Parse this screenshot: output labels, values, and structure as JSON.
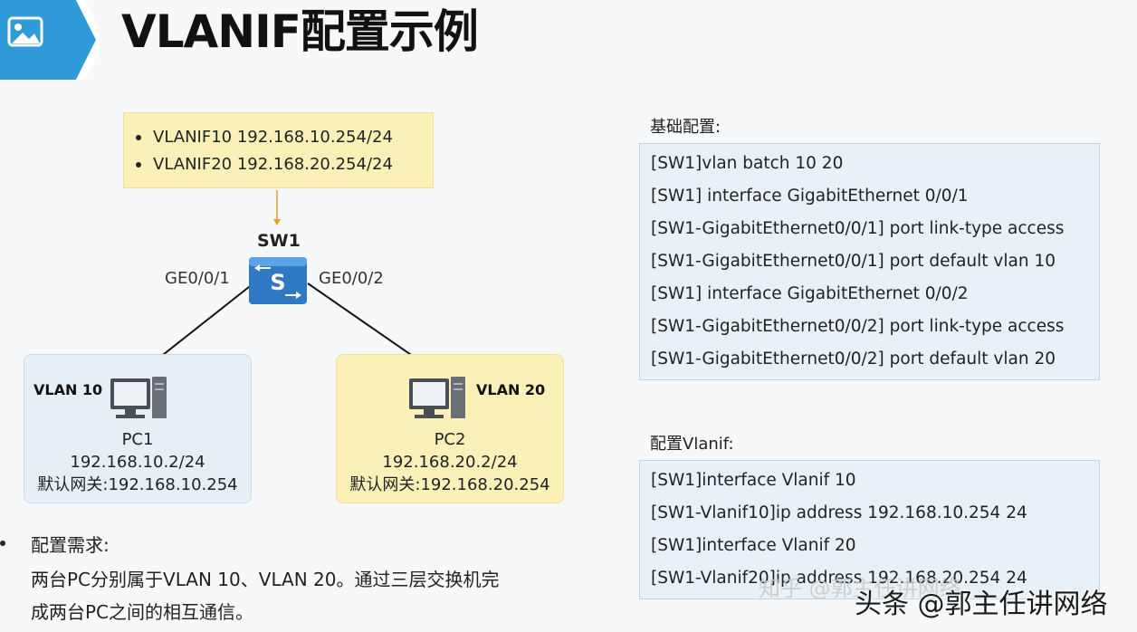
{
  "header": {
    "title": "VLANIF配置示例",
    "logo_icon": "image-icon",
    "accent_color": "#2f9ad8"
  },
  "vlanif_list": [
    "VLANIF10 192.168.10.254/24",
    "VLANIF20 192.168.20.254/24"
  ],
  "switch": {
    "name": "SW1",
    "port_left": "GE0/0/1",
    "port_right": "GE0/0/2",
    "icon": "switch-icon",
    "color": "#2f78c4"
  },
  "pcs": [
    {
      "vlan": "VLAN 10",
      "name": "PC1",
      "ip": "192.168.10.2/24",
      "gateway": "默认网关:192.168.10.254",
      "bg": "#e6eff6"
    },
    {
      "vlan": "VLAN 20",
      "name": "PC2",
      "ip": "192.168.20.2/24",
      "gateway": "默认网关:192.168.20.254",
      "bg": "#fbf0b8"
    }
  ],
  "requirements": {
    "heading": "配置需求:",
    "lines": [
      "两台PC分别属于VLAN 10、VLAN 20。通过三层交换机完",
      "成两台PC之间的相互通信。"
    ]
  },
  "basic_config": {
    "heading": "基础配置:",
    "lines": [
      "[SW1]vlan batch 10 20",
      "[SW1] interface GigabitEthernet 0/0/1",
      "[SW1-GigabitEthernet0/0/1] port link-type access",
      "[SW1-GigabitEthernet0/0/1] port default vlan 10",
      "[SW1] interface GigabitEthernet 0/0/2",
      "[SW1-GigabitEthernet0/0/2] port link-type access",
      "[SW1-GigabitEthernet0/0/2] port default vlan 20"
    ]
  },
  "vlanif_config": {
    "heading": "配置Vlanif:",
    "lines": [
      "[SW1]interface Vlanif 10",
      "[SW1-Vlanif10]ip address 192.168.10.254 24",
      "[SW1]interface Vlanif 20",
      "[SW1-Vlanif20]ip address 192.168.20.254 24"
    ]
  },
  "watermark": {
    "zhihu": "知乎 @郭主任讲网络",
    "toutiao": "头条 @郭主任讲网络"
  }
}
